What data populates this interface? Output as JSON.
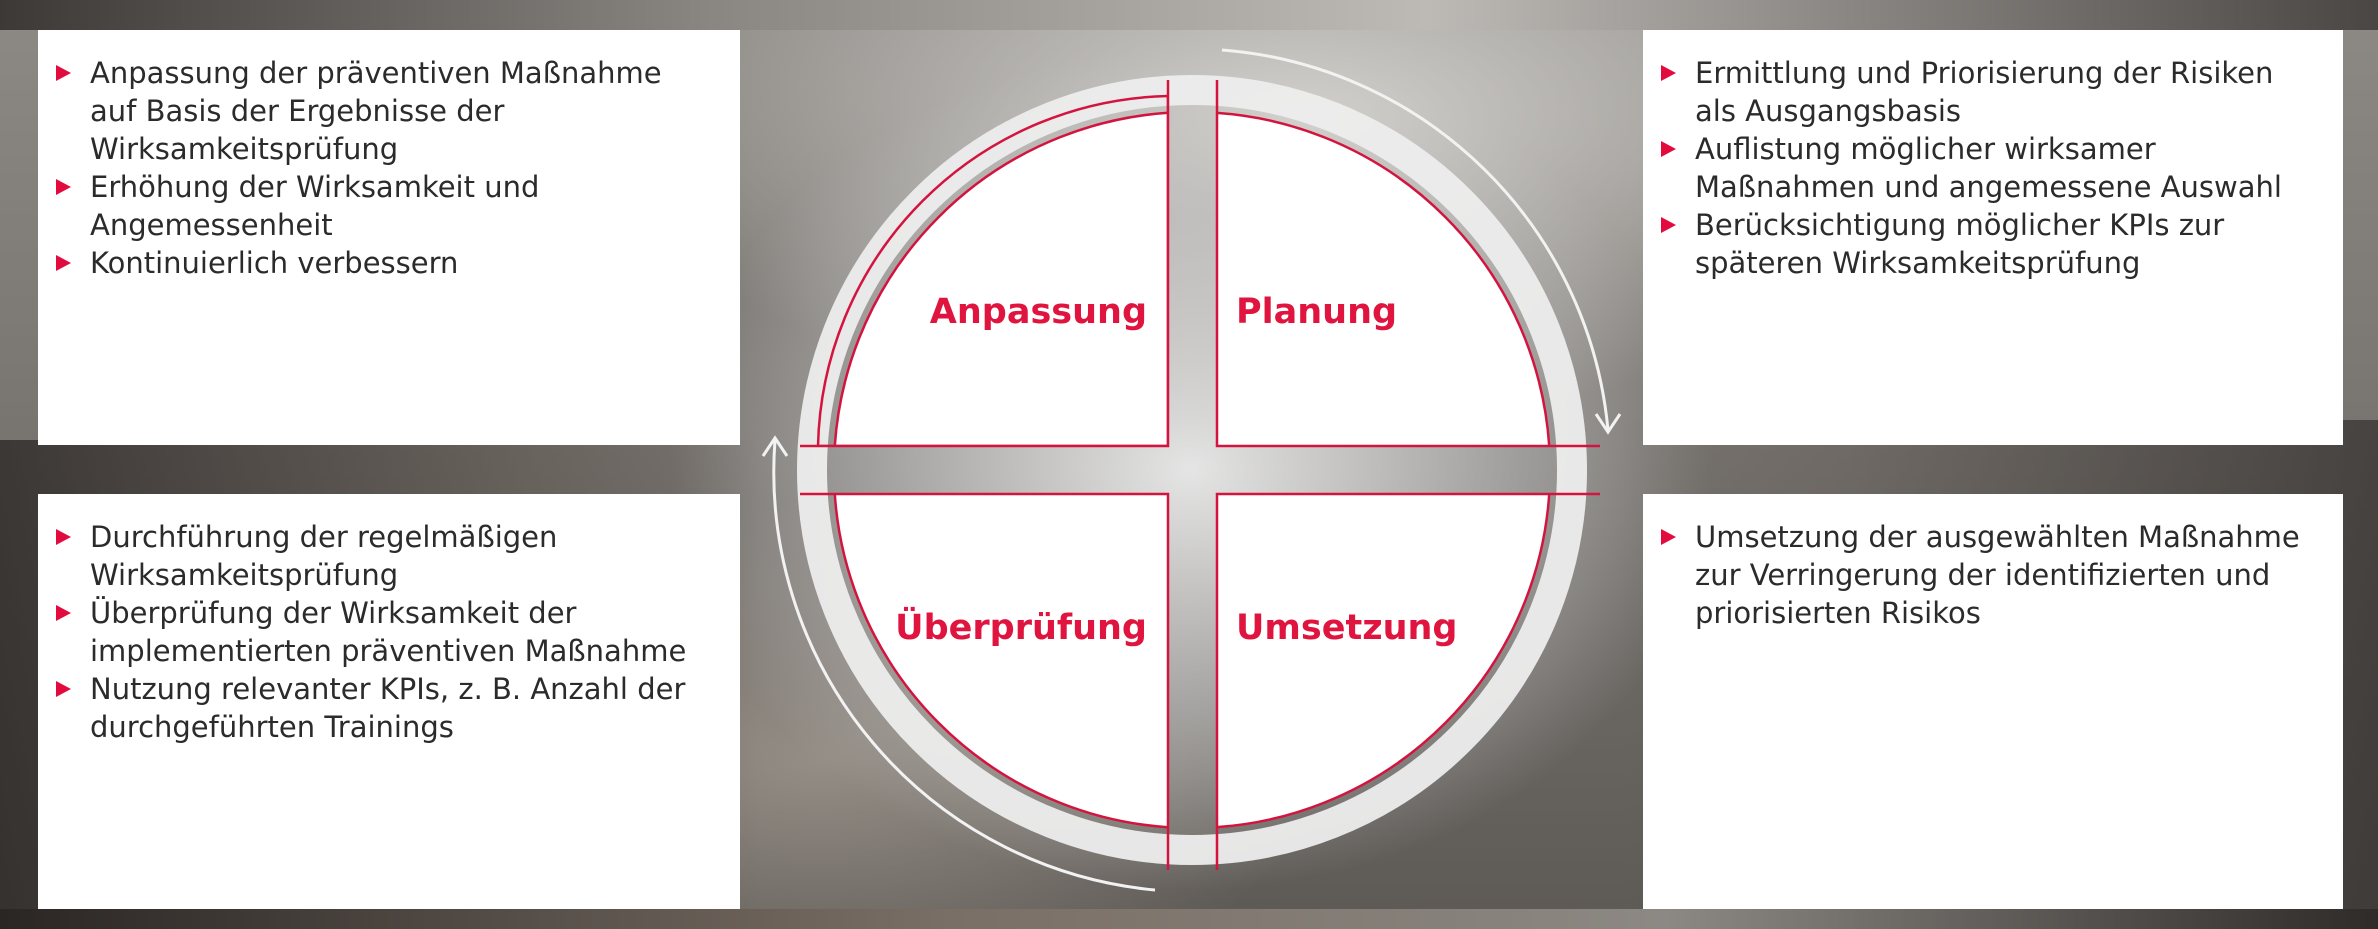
{
  "quadrants": {
    "top_left": "Anpassung",
    "top_right": "Planung",
    "bottom_left": "Überprüfung",
    "bottom_right": "Umsetzung"
  },
  "boxes": {
    "top_left": {
      "items": [
        "Anpassung der präventiven Maßnahme auf Basis der Ergebnisse der Wirksamkeitsprüfung",
        "Erhöhung der Wirksamkeit und Angemessenheit",
        "Kontinuierlich verbessern"
      ]
    },
    "top_right": {
      "items": [
        "Ermittlung und Priorisierung der Risiken als Ausgangsbasis",
        "Auflistung möglicher wirksamer Maßnahmen und angemessene Auswahl",
        "Berücksichtigung möglicher KPIs zur späteren Wirksamkeitsprüfung"
      ]
    },
    "bottom_left": {
      "items": [
        "Durchführung der regelmäßigen Wirksamkeitsprüfung",
        "Überprüfung der Wirksamkeit der implementierten präventiven Maßnahme",
        "Nutzung relevanter KPIs, z. B. Anzahl der durchgeführten Trainings"
      ]
    },
    "bottom_right": {
      "items": [
        "Umsetzung der ausgewählten Maßnahme zur Verringerung der identifizierten und priorisierten Risikos"
      ]
    }
  },
  "colors": {
    "accent": "#e30b3d",
    "quadrant_border": "#d3143f",
    "text": "#2b2b2b",
    "ring": "#ededed"
  },
  "icons": {
    "bullet": "triangle-right-icon",
    "cycle_arrow": "arrow-head-icon"
  }
}
